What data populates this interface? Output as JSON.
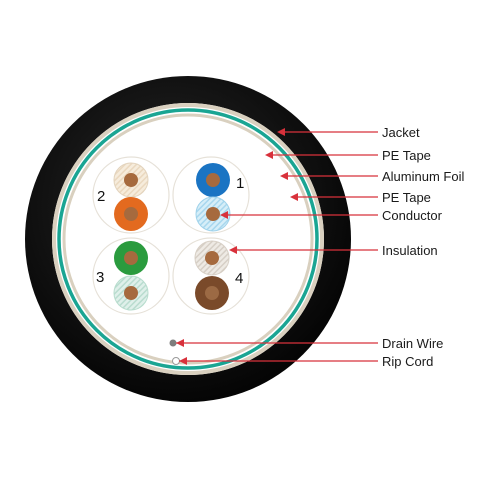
{
  "labels": {
    "jacket": "Jacket",
    "pe_tape_outer": "PE Tape",
    "aluminum_foil": "Aluminum Foil",
    "pe_tape_inner": "PE Tape",
    "conductor": "Conductor",
    "insulation": "Insulation",
    "drain_wire": "Drain Wire",
    "rip_cord": "Rip Cord"
  },
  "pair_numbers": {
    "p1": "1",
    "p2": "2",
    "p3": "3",
    "p4": "4"
  },
  "colors": {
    "jacket": "#111111",
    "pe_tape": "#d9d0bf",
    "foil": "#1aa593",
    "callout": "#d8313b",
    "conductor": "#a66a3e",
    "pair1": [
      "#1a74c3",
      "#bfe3f2"
    ],
    "pair2": [
      "#f3e8d6",
      "#e36a1f"
    ],
    "pair3": [
      "#2a9b3e",
      "#cfe8e0"
    ],
    "pair4": [
      "#e9e4de",
      "#7a4a2a"
    ]
  }
}
